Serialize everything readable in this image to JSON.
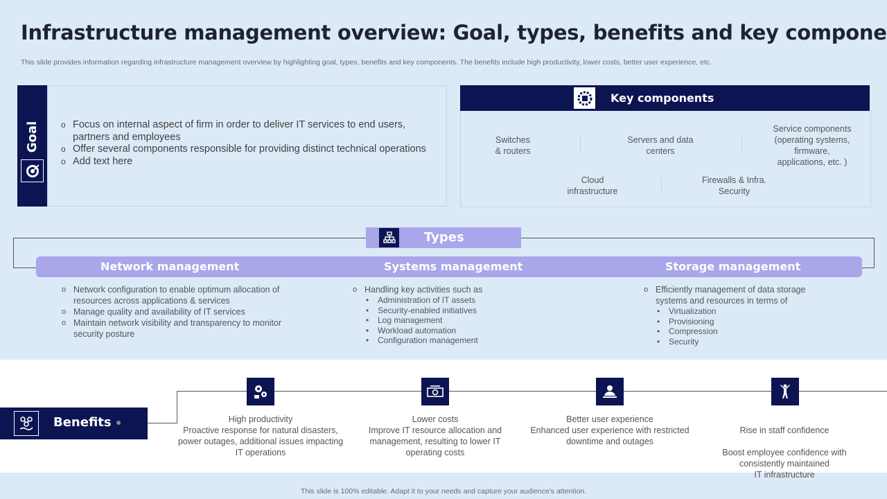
{
  "title": "Infrastructure management overview: Goal, types, benefits and key components",
  "subtitle": "This slide provides information regarding infrastructure management overview by highlighting goal, types, benefits and key components. The benefits include high productivity, lower costs, better user experience, etc.",
  "goal": {
    "label": "Goal",
    "icon": "target-icon",
    "items": [
      "Focus on internal aspect of firm in order to deliver IT services to end users, partners and employees",
      "Offer several components responsible for providing distinct technical operations",
      "Add text here"
    ]
  },
  "key_components": {
    "title": "Key components",
    "icon": "gear-chip-icon",
    "items": [
      "Switches\n& routers",
      "Servers and data\ncenters",
      "Service components\n(operating systems,\nfirmware,\napplications, etc. )",
      "Cloud\ninfrastructure",
      "Firewalls & Infra.\nSecurity"
    ]
  },
  "types": {
    "title": "Types",
    "icon": "hierarchy-icon",
    "network": {
      "name": "Network management",
      "items": [
        "Network configuration to enable optimum allocation of resources across applications & services",
        "Manage quality and availability of IT services",
        "Maintain network visibility and transparency to monitor security posture"
      ]
    },
    "systems": {
      "name": "Systems management",
      "lead": "Handling key activities such as",
      "sub": [
        "Administration of IT assets",
        "Security-enabled initiatives",
        "Log management",
        "Workload automation",
        "Configuration management"
      ]
    },
    "storage": {
      "name": "Storage management",
      "lead": "Efficiently management of data storage systems and resources in terms of",
      "sub": [
        "Virtualization",
        "Provisioning",
        "Compression",
        "Security"
      ]
    }
  },
  "benefits": {
    "label": "Benefits",
    "icon": "network-hand-icon",
    "items": [
      {
        "title": "High productivity",
        "text": "Proactive response for natural disasters, power outages, additional issues impacting IT operations",
        "icon": "gears-person-icon"
      },
      {
        "title": "Lower costs",
        "text": "Improve IT resource allocation and management, resulting to lower IT operating costs",
        "icon": "money-icon"
      },
      {
        "title": "Better user experience",
        "text": "Enhanced user experience with restricted downtime and outages",
        "icon": "user-laptop-icon"
      },
      {
        "title": "Rise in staff confidence",
        "text": "Boost employee confidence with consistently maintained\nIT infrastructure",
        "icon": "person-rising-icon"
      }
    ]
  },
  "footer": "This slide is 100% editable. Adapt it to your needs and capture your audience's attention.",
  "colors": {
    "navy": "#0d1452",
    "lavender": "#a9a6ea",
    "background": "#dceaf8"
  }
}
